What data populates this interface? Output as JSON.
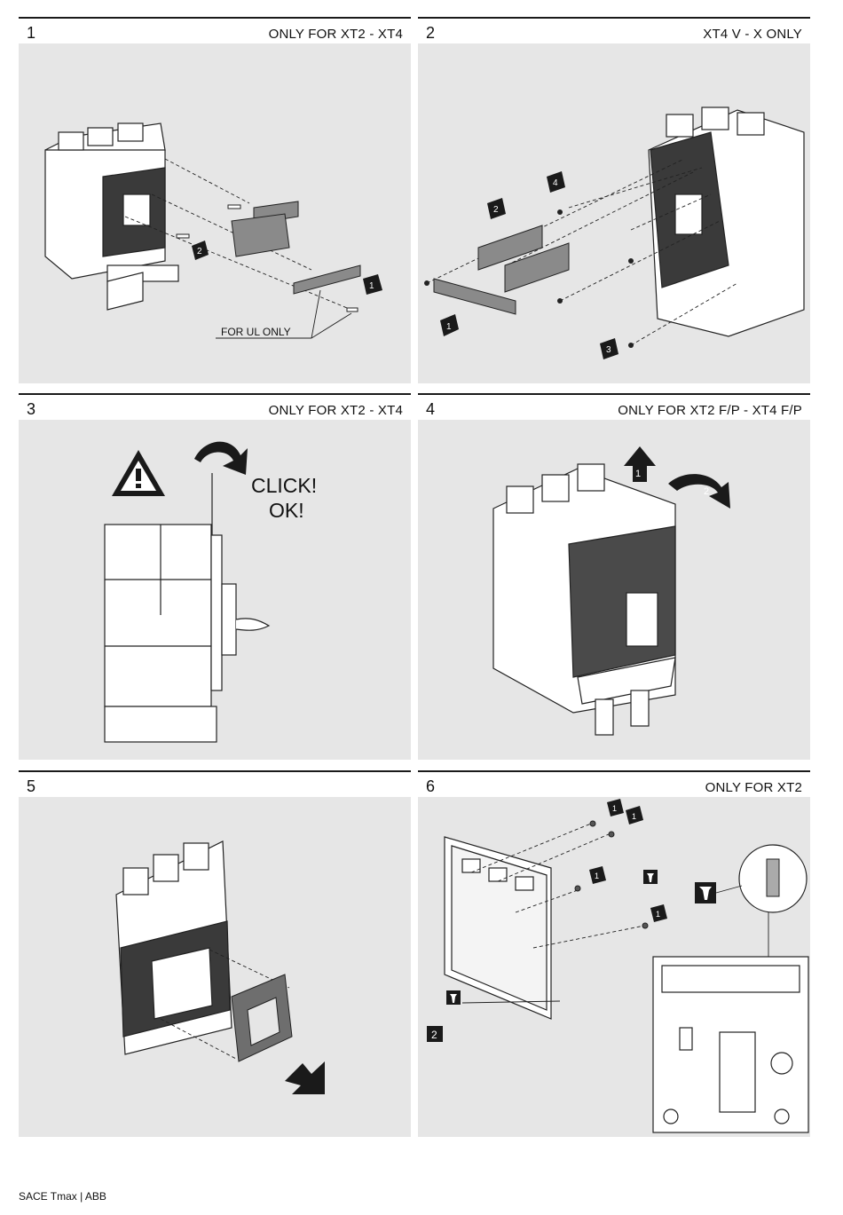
{
  "panels": [
    {
      "number": "1",
      "caption": "ONLY FOR XT2 - XT4",
      "callout": "FOR UL ONLY",
      "step_badges": [
        "1",
        "2"
      ]
    },
    {
      "number": "2",
      "caption": "XT4 V - X ONLY",
      "step_badges": [
        "1",
        "2",
        "3",
        "4"
      ]
    },
    {
      "number": "3",
      "caption": "ONLY FOR XT2 - XT4",
      "message_line1": "CLICK!",
      "message_line2": "OK!"
    },
    {
      "number": "4",
      "caption": "ONLY FOR XT2 F/P - XT4 F/P",
      "step_badges": [
        "1",
        "2"
      ]
    },
    {
      "number": "5",
      "caption": ""
    },
    {
      "number": "6",
      "caption": "ONLY FOR XT2",
      "step_badges": [
        "1",
        "1",
        "1",
        "1",
        "2"
      ]
    }
  ],
  "footer": {
    "text": "SACE Tmax | ABB"
  },
  "colors": {
    "panel_bg": "#e6e6e6",
    "rule": "#1a1a1a",
    "part_dark": "#6e6e6e",
    "badge": "#1a1a1a"
  },
  "icons": [
    "warning-triangle-icon",
    "curved-arrow-icon",
    "step-badge-icon",
    "hammer-icon"
  ]
}
